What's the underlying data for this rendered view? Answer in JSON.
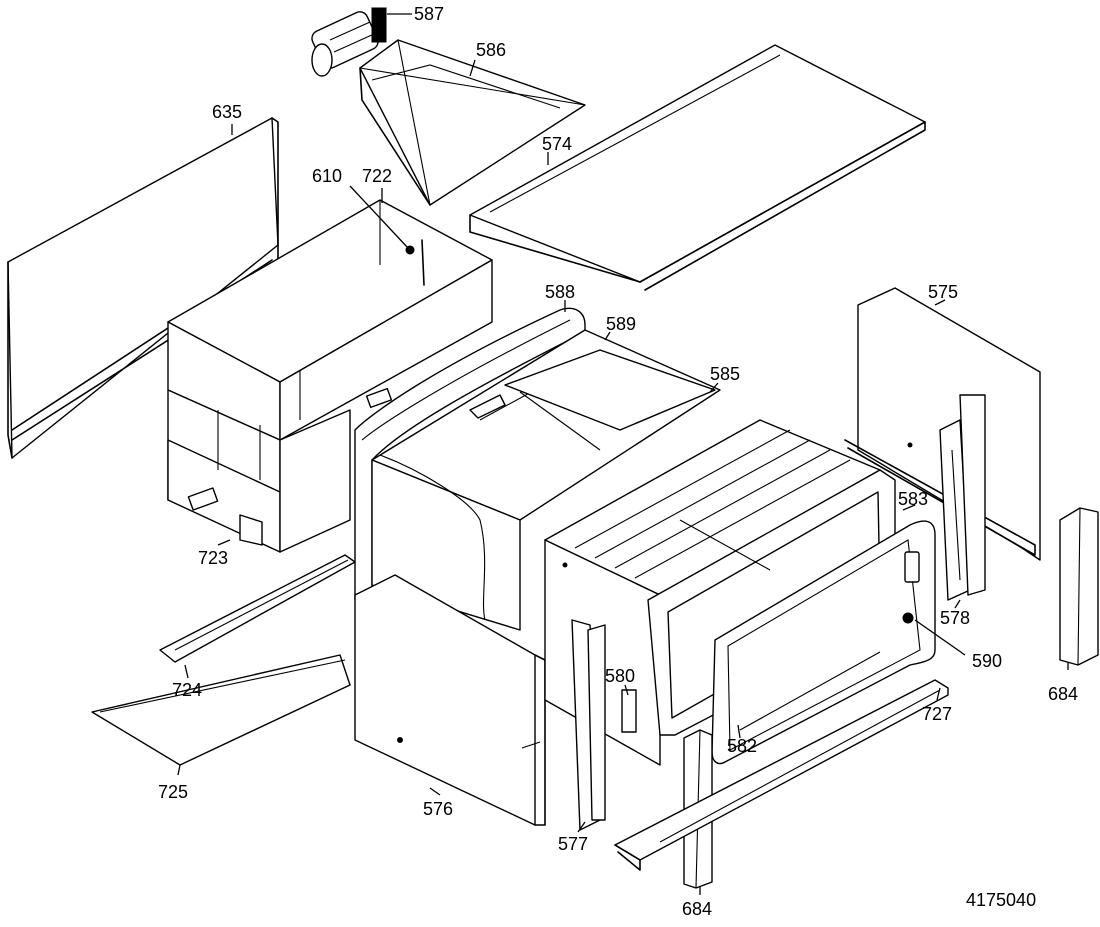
{
  "diagram": {
    "callouts": {
      "c587": "587",
      "c586": "586",
      "c635": "635",
      "c574": "574",
      "c610": "610",
      "c722": "722",
      "c588": "588",
      "c589": "589",
      "c585": "585",
      "c575": "575",
      "c583": "583",
      "c723": "723",
      "c578": "578",
      "c590": "590",
      "c580": "580",
      "c724": "724",
      "c727": "727",
      "c684a": "684",
      "c582": "582",
      "c725": "725",
      "c576": "576",
      "c577": "577",
      "c684b": "684"
    },
    "figure_number": "4175040"
  }
}
